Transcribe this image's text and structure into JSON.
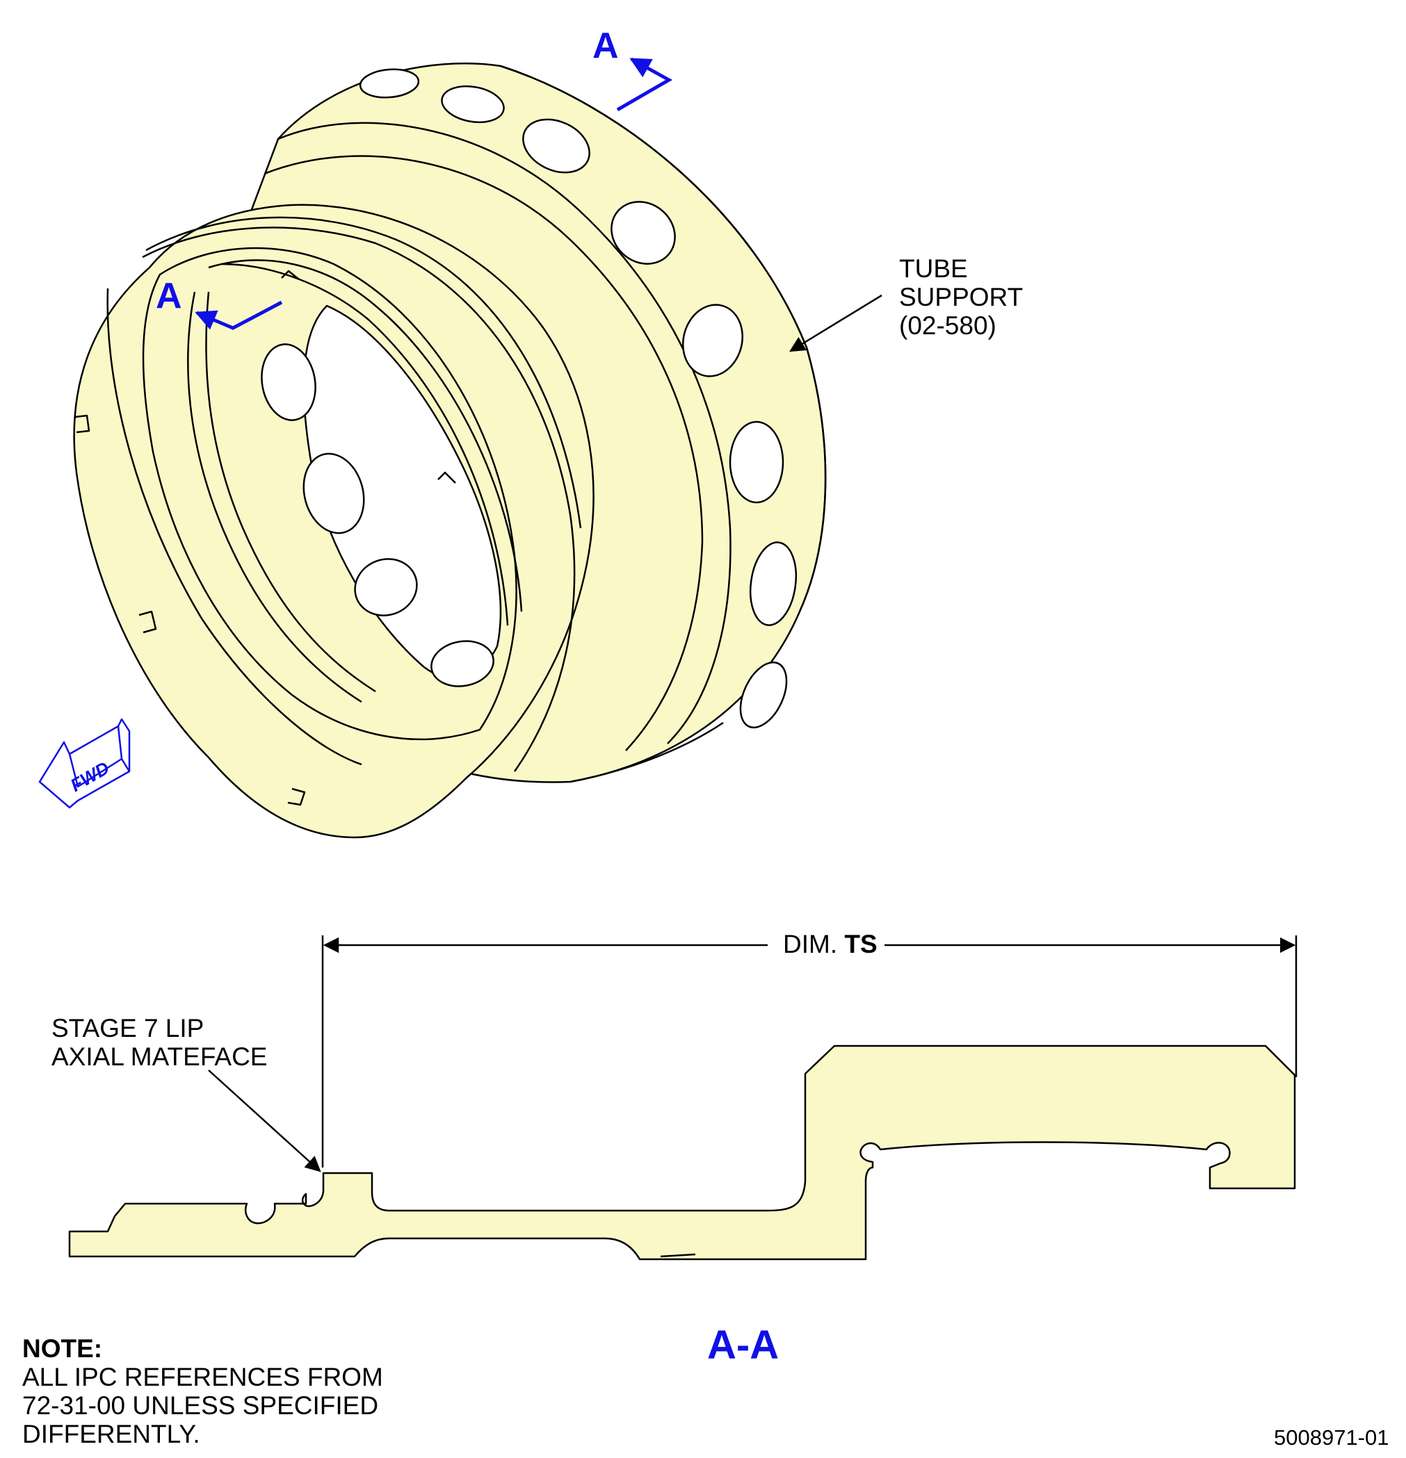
{
  "section_marker": "A",
  "section_title": "A-A",
  "callouts": {
    "part_line1": "TUBE",
    "part_line2": "SUPPORT",
    "part_line3": "(02-580)",
    "mateface_line1": "STAGE 7 LIP",
    "mateface_line2": "AXIAL MATEFACE"
  },
  "dimension": {
    "prefix": "DIM.",
    "code": "TS"
  },
  "fwd_label": "FWD",
  "note": {
    "heading": "NOTE:",
    "line1": "ALL IPC REFERENCES FROM",
    "line2": "72-31-00 UNLESS SPECIFIED",
    "line3": "DIFFERENTLY."
  },
  "figure_number": "5008971-01",
  "colors": {
    "part_fill": "#fbf8c8",
    "section_blue": "#1010e6",
    "line": "#000000"
  }
}
